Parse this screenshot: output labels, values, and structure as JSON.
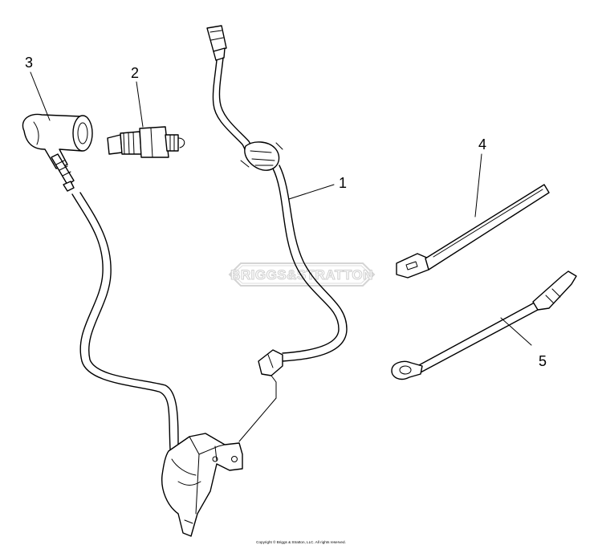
{
  "callouts": [
    {
      "id": "wire-harness",
      "label": "1"
    },
    {
      "id": "spark-plug",
      "label": "2"
    },
    {
      "id": "spark-plug-boot",
      "label": "3"
    },
    {
      "id": "cable-tie",
      "label": "4"
    },
    {
      "id": "ground-wire",
      "label": "5"
    }
  ],
  "watermark": "BRIGGS&STRATTON",
  "copyright": "Copyright © Briggs & Stratton, LLC. All rights reserved."
}
